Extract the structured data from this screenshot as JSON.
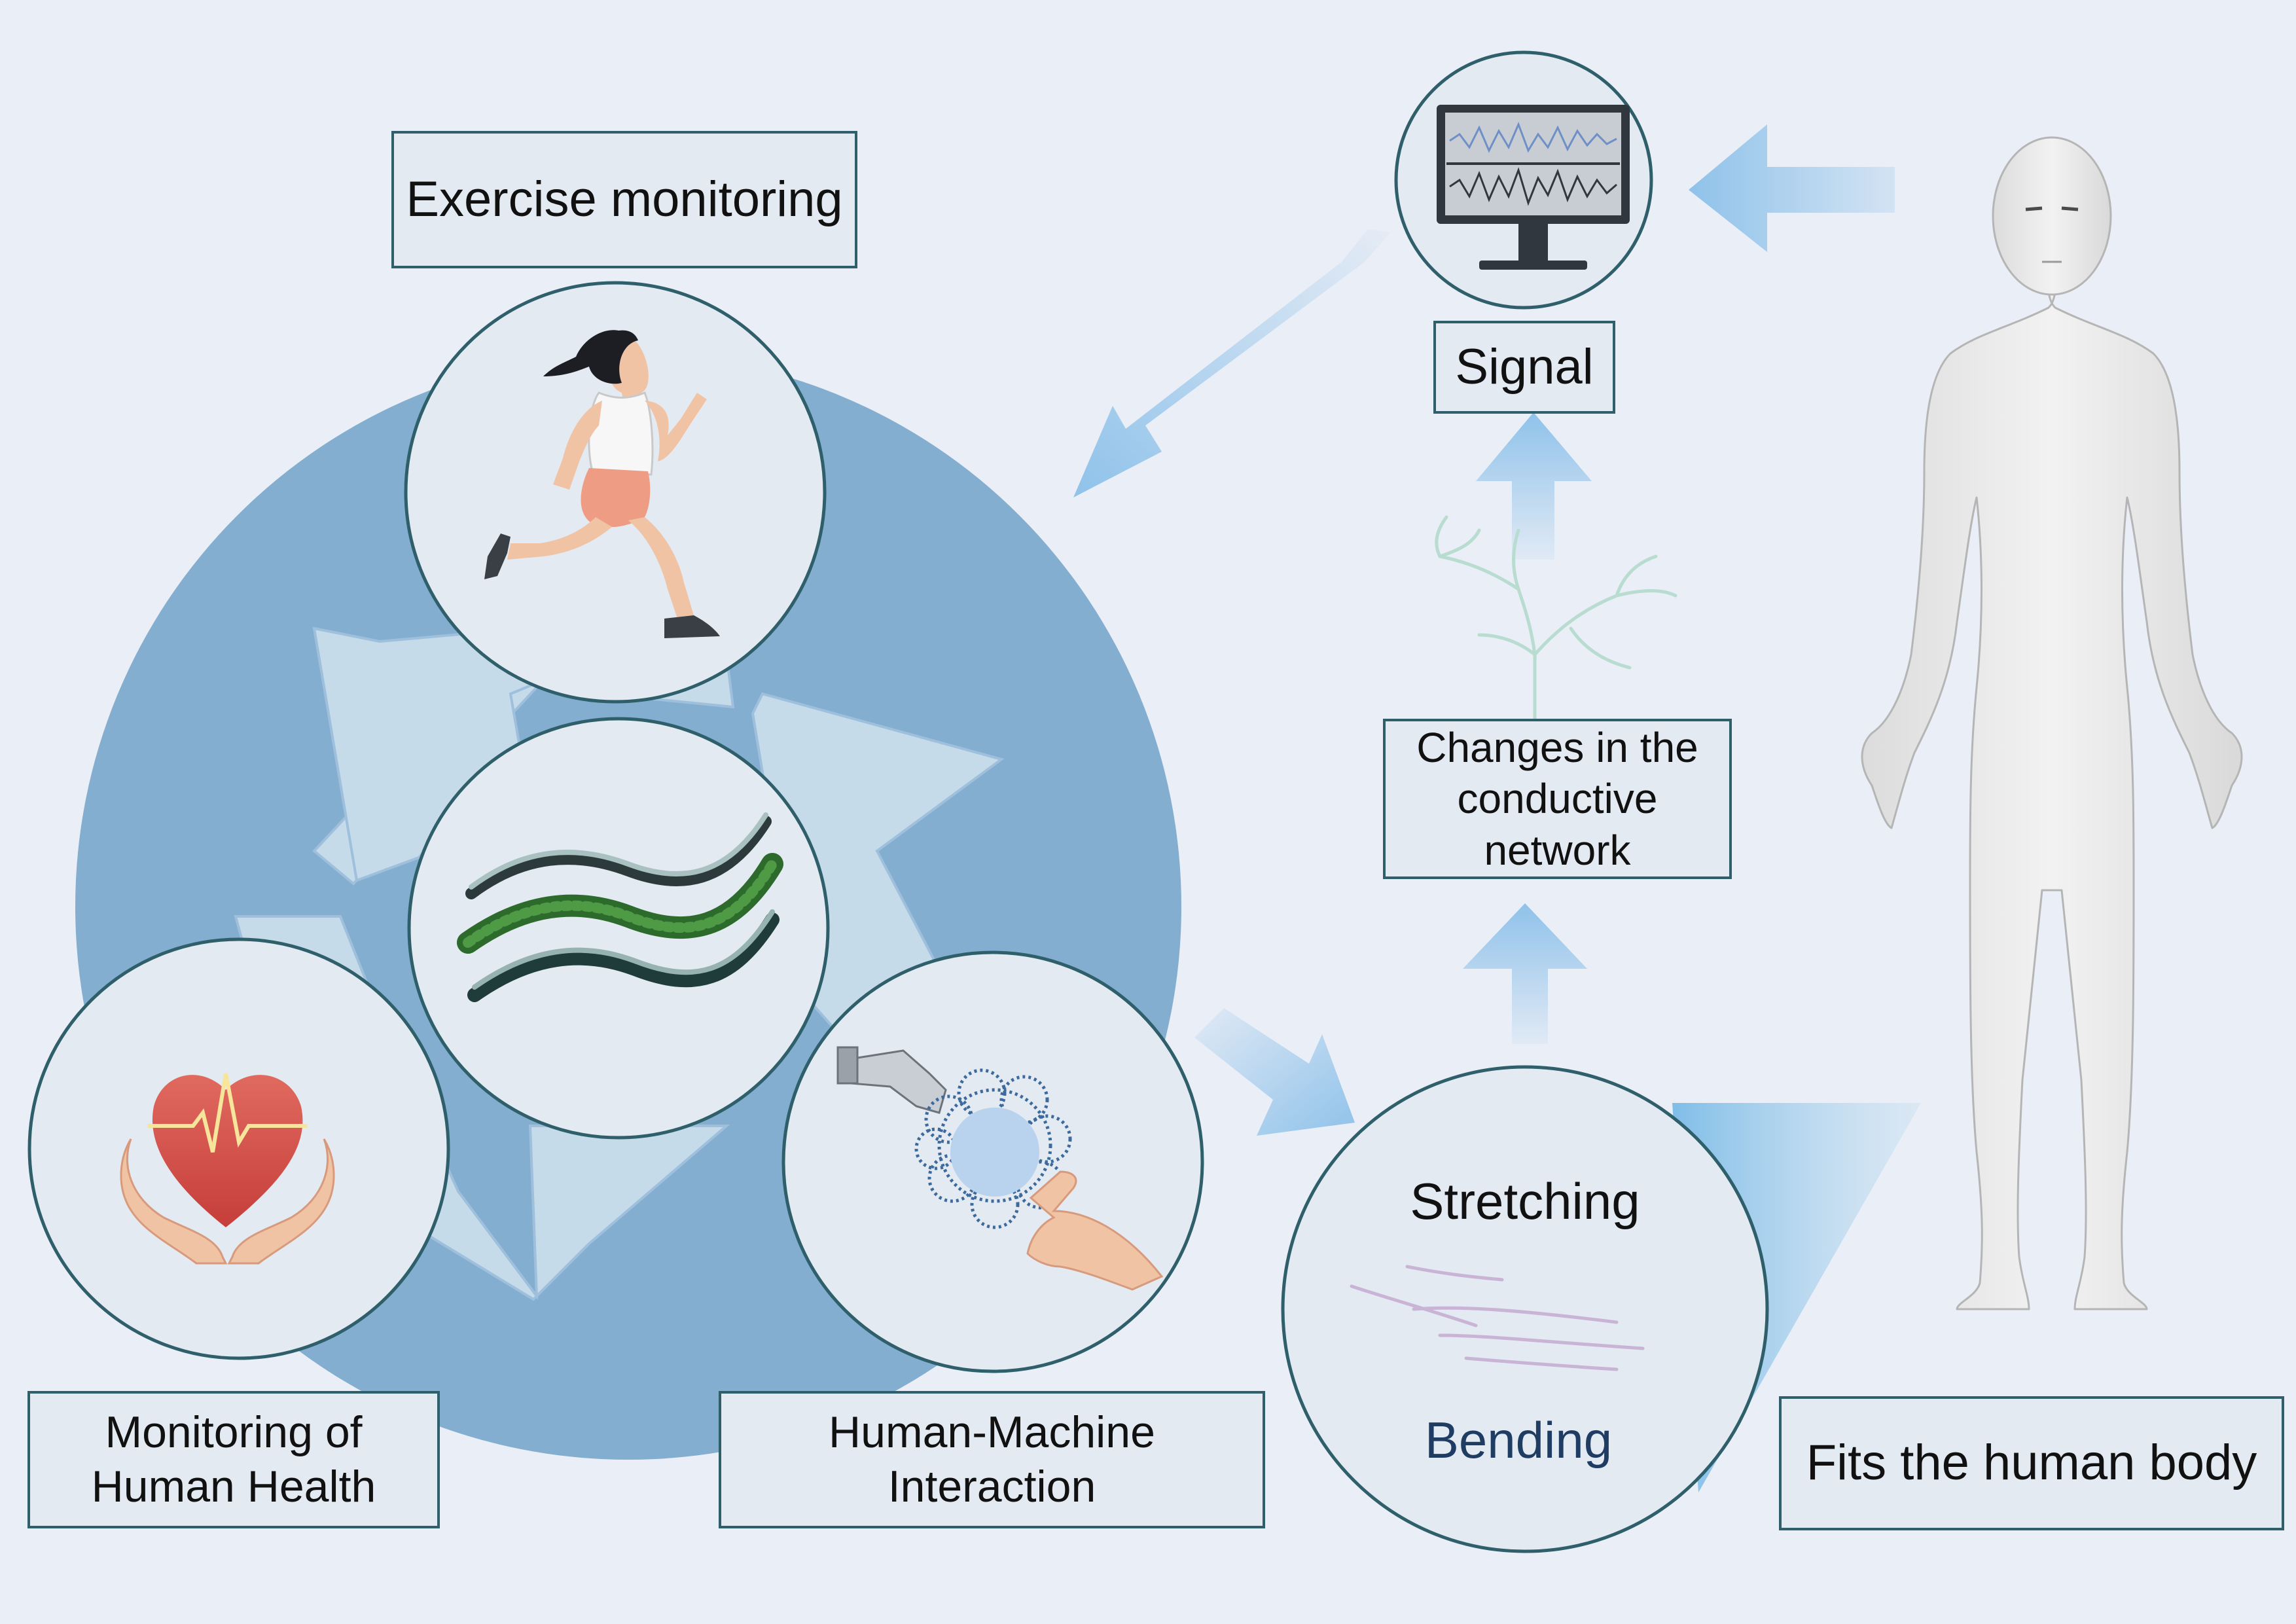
{
  "labels": {
    "exercise_monitoring": "Exercise monitoring",
    "signal": "Signal",
    "conductive_network": [
      "Changes in the",
      "conductive",
      "network"
    ],
    "human_health": [
      "Monitoring of",
      "Human Health"
    ],
    "hmi": [
      "Human-Machine",
      "Interaction"
    ],
    "stretching": "Stretching",
    "bending": "Bending",
    "fits_body": "Fits the human body"
  },
  "icons": {
    "runner": "running-woman-icon",
    "heart": "heart-in-hands-icon",
    "sensor": "flexible-sensor-film-icon",
    "hmi": "robot-and-human-hand-icon",
    "monitor": "monitor-waveform-icon",
    "network": "branching-network-icon",
    "fibers": "stretched-fibers-icon",
    "body": "human-body-figure"
  },
  "colors": {
    "background": "#eaeef6",
    "big_circle": "#84aed0",
    "recycle_arrows": "#c6dbe9",
    "circle_fill": "#e3eaf2",
    "circle_border": "#2f5f6a",
    "flow_arrow": "#8fc2ea",
    "bending_text": "#1f3d63"
  }
}
